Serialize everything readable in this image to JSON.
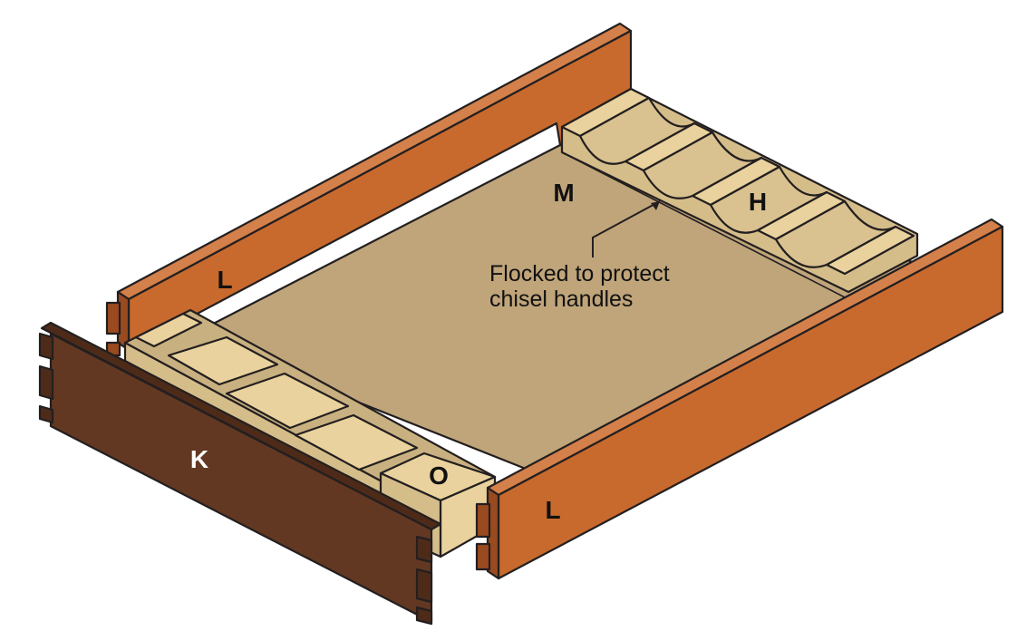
{
  "colors": {
    "side_rail_face": "#c86a2e",
    "side_rail_top": "#d4804a",
    "side_rail_edge": "#9a4a1f",
    "front_rail_face": "#623822",
    "front_rail_edge": "#4e2b19",
    "bottom_panel": "#c0a57a",
    "rack_block_top": "#e9d29d",
    "rack_block_side": "#d5bd8a",
    "outline": "#231f20",
    "background": "#ffffff"
  },
  "labels": {
    "left_side_rail": "L",
    "right_side_rail": "L",
    "front_rail": "K",
    "bottom_panel": "M",
    "handle_rest": "H",
    "blade_rack": "O"
  },
  "callout": {
    "line1": "Flocked to protect",
    "line2": "chisel handles"
  }
}
